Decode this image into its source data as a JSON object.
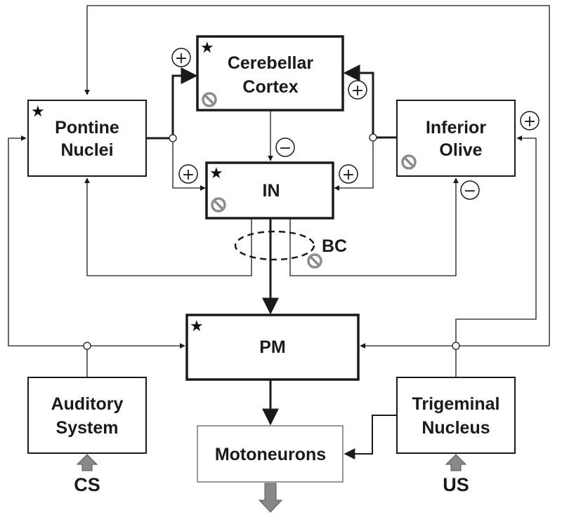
{
  "nodes": {
    "pontine": {
      "line1": "Pontine",
      "line2": "Nuclei"
    },
    "cerebellar": {
      "line1": "Cerebellar",
      "line2": "Cortex"
    },
    "inferior": {
      "line1": "Inferior",
      "line2": "Olive"
    },
    "in": {
      "label": "IN"
    },
    "pm": {
      "label": "PM"
    },
    "auditory": {
      "line1": "Auditory",
      "line2": "System"
    },
    "trigeminal": {
      "line1": "Trigeminal",
      "line2": "Nucleus"
    },
    "motoneurons": {
      "label": "Motoneurons"
    }
  },
  "labels": {
    "bc": "BC",
    "cs": "CS",
    "us": "US",
    "plus": "+",
    "minus": "−",
    "star": "★"
  },
  "colors": {
    "line": "#1a1a1a",
    "arrow_fill": "#888888",
    "stop_icon": "#8c8c8c"
  }
}
